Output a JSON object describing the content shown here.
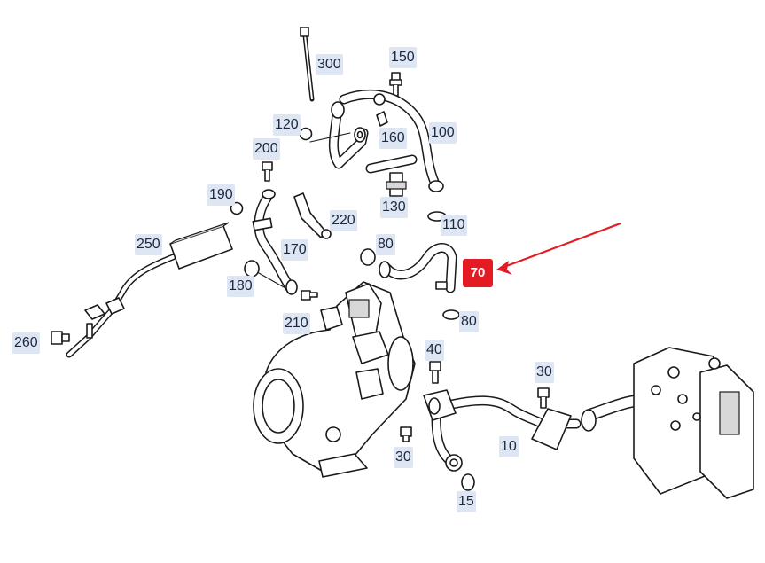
{
  "callouts": {
    "l300": "300",
    "l150": "150",
    "l120": "120",
    "l160": "160",
    "l100": "100",
    "l200": "200",
    "l190": "190",
    "l220": "220",
    "l130": "130",
    "l110": "110",
    "l250": "250",
    "l170": "170",
    "l80a": "80",
    "l70": "70",
    "l180": "180",
    "l210": "210",
    "l80b": "80",
    "l260": "260",
    "l40": "40",
    "l30a": "30",
    "l30b": "30",
    "l10": "10",
    "l15": "15"
  },
  "colors": {
    "highlight": "#e41b23",
    "label_bg": "#dde6f2"
  }
}
